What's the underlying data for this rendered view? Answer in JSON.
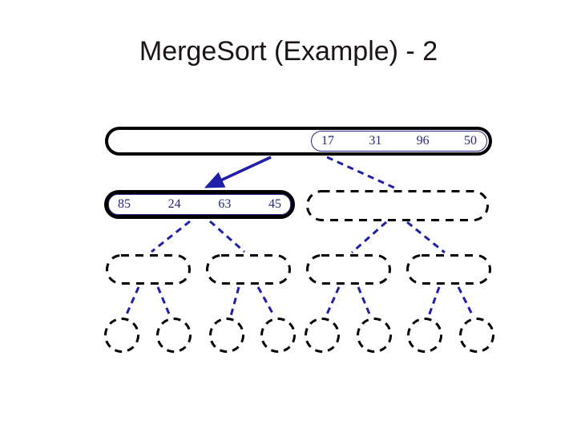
{
  "title": "MergeSort (Example) - 2",
  "colors": {
    "background": "#ffffff",
    "title_text": "#1a1414",
    "number_text": "#28287e",
    "solid_box_border": "#000000",
    "dashed_shape_border": "#000000",
    "connector": "#1f1faa"
  },
  "tree": {
    "root": {
      "values": [
        "17",
        "31",
        "96",
        "50"
      ]
    },
    "level2": {
      "left": {
        "values": [
          "85",
          "24",
          "63",
          "45"
        ]
      },
      "right": {
        "values": []
      }
    },
    "level3": {
      "empty_box_count": 4
    },
    "leaves": {
      "empty_circle_count": 8
    }
  }
}
